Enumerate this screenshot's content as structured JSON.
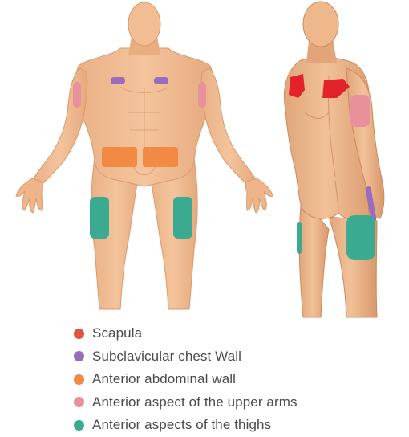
{
  "figure": {
    "views": [
      "front-view",
      "back-view"
    ],
    "skin_color": "#f0b98c",
    "skin_shade_color": "#d99a6c"
  },
  "legend": [
    {
      "label": "Scapula",
      "color": "#e05540",
      "icon": "dot-icon"
    },
    {
      "label": "Subclavicular chest Wall",
      "color": "#9b6bbd",
      "icon": "dot-icon"
    },
    {
      "label": "Anterior abdominal wall",
      "color": "#f28a43",
      "icon": "dot-icon"
    },
    {
      "label": "Anterior aspect of the upper arms",
      "color": "#e8909b",
      "icon": "dot-icon"
    },
    {
      "label": "Anterior aspects of the thighs",
      "color": "#3aab91",
      "icon": "dot-icon"
    }
  ],
  "regions": {
    "scapula": "#e2232a",
    "subclavicular": "#9b6bbd",
    "abdominal": "#f28a43",
    "upper_arm": "#e8909b",
    "thigh": "#3aab91"
  }
}
